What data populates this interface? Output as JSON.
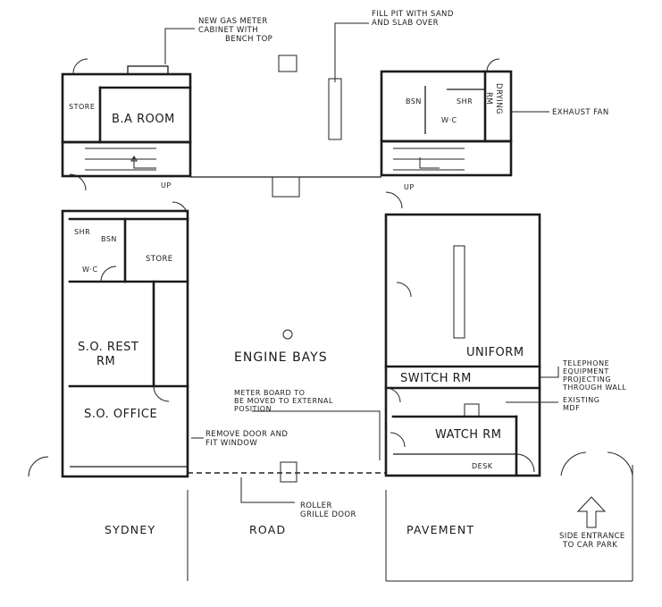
{
  "rooms": {
    "store_top": "STORE",
    "ba_room": "B.A ROOM",
    "shr_left": "SHR",
    "bsn_left": "BSN",
    "wc_left": "W·C",
    "store_mid": "STORE",
    "so_rest_line1": "S.O. REST",
    "so_rest_line2": "RM",
    "so_office": "S.O. OFFICE",
    "engine_bays": "ENGINE BAYS",
    "bsn_right": "BSN",
    "shr_right": "SHR",
    "wc_right": "W·C",
    "drying_line1": "DRYING",
    "drying_line2": "RM",
    "uniform": "UNIFORM",
    "switch_rm": "SWITCH  RM",
    "watch_rm": "WATCH RM",
    "desk": "DESK",
    "up_left": "UP",
    "up_right": "UP"
  },
  "notes": {
    "gas_meter": [
      "NEW GAS METER",
      "CABINET WITH",
      "BENCH TOP"
    ],
    "fill_pit": [
      "FILL PIT WITH SAND",
      "AND SLAB OVER"
    ],
    "exhaust_fan": "EXHAUST FAN",
    "telephone": [
      "TELEPHONE",
      "EQUIPMENT",
      "PROJECTING",
      "THROUGH WALL"
    ],
    "existing_mdf": [
      "EXISTING",
      "MDF"
    ],
    "meter_board": [
      "METER BOARD TO",
      "BE MOVED TO EXTERNAL",
      "POSITION"
    ],
    "remove_door": [
      "REMOVE DOOR AND",
      "FIT WINDOW"
    ],
    "roller_grille": [
      "ROLLER",
      "GRILLE DOOR"
    ],
    "side_entrance": [
      "SIDE ENTRANCE",
      "TO CAR PARK"
    ]
  },
  "street": {
    "w1": "SYDNEY",
    "w2": "ROAD",
    "w3": "PAVEMENT"
  }
}
